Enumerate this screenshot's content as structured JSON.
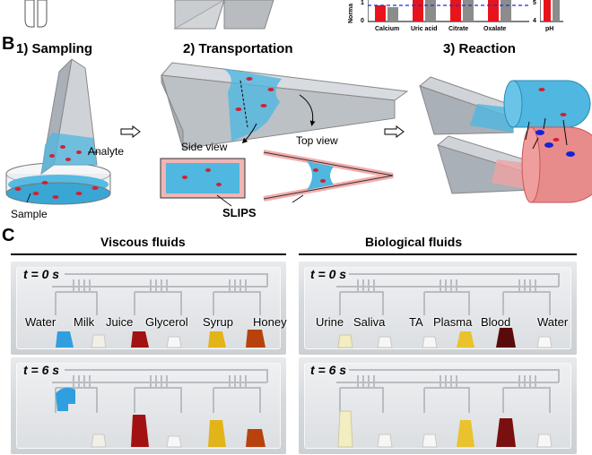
{
  "panel_b": {
    "letter": "B",
    "steps": [
      {
        "label": "1) Sampling"
      },
      {
        "label": "2) Transportation"
      },
      {
        "label": "3) Reaction"
      }
    ],
    "labels": {
      "analyte": "Analyte",
      "sample": "Sample",
      "side_view": "Side view",
      "top_view": "Top view",
      "slips": "SLIPS"
    }
  },
  "panel_c": {
    "letter": "C",
    "groups": [
      {
        "title": "Viscous fluids",
        "fluids": [
          "Water",
          "Milk",
          "Juice",
          "Glycerol",
          "Syrup",
          "Honey"
        ]
      },
      {
        "title": "Biological fluids",
        "fluids": [
          "Urine",
          "Saliva",
          "TA",
          "Plasma",
          "Blood",
          "Water"
        ]
      }
    ],
    "time_labels": {
      "t0": "t = 0 s",
      "t6": "t = 6 s"
    }
  },
  "top_chart": {
    "ylabel_fragment": "Norma",
    "tick_1": "1",
    "tick_0": "0",
    "categories": [
      "Calcium",
      "Uric acid",
      "Citrate",
      "Oxalate"
    ],
    "right_xlabel": "pH",
    "right_tick_5": "5",
    "right_tick_4": "4"
  },
  "colors": {
    "accent_blue": "#4fb7e0",
    "accent_red": "#e05a5a",
    "bar_red": "#e8141c",
    "bar_gray": "#8c8c8c"
  }
}
